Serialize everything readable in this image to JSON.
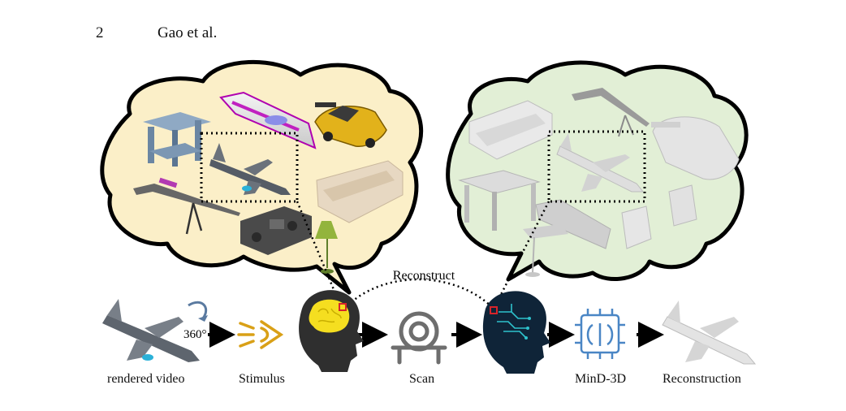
{
  "header": {
    "page_number": "2",
    "authors": "Gao et al."
  },
  "figure": {
    "arc_label": "Reconstruct",
    "rotation_label": "360°",
    "captions": {
      "video": "rendered video",
      "stimulus": "Stimulus",
      "scan": "Scan",
      "model": "MinD-3D",
      "output": "Reconstruction"
    },
    "left_cloud": {
      "objects": [
        "table",
        "cruise ship",
        "sports car",
        "airplane",
        "rifle",
        "sofa",
        "stereo",
        "floor lamp"
      ]
    },
    "right_cloud": {
      "objects": [
        "sofa",
        "rifle",
        "car",
        "airplane",
        "table",
        "boat",
        "cabinet",
        "lamp"
      ]
    },
    "colors": {
      "left_cloud_fill": "#fbefc8",
      "right_cloud_fill": "#e2efd6",
      "head_dark": "#2f2f2f",
      "brain_yellow": "#f5de20",
      "stimulus_icon": "#d9a017",
      "mind3d_icon": "#4a86c5",
      "scan_icon": "#6e6e6e",
      "highlight_box": "#d8242a"
    }
  }
}
